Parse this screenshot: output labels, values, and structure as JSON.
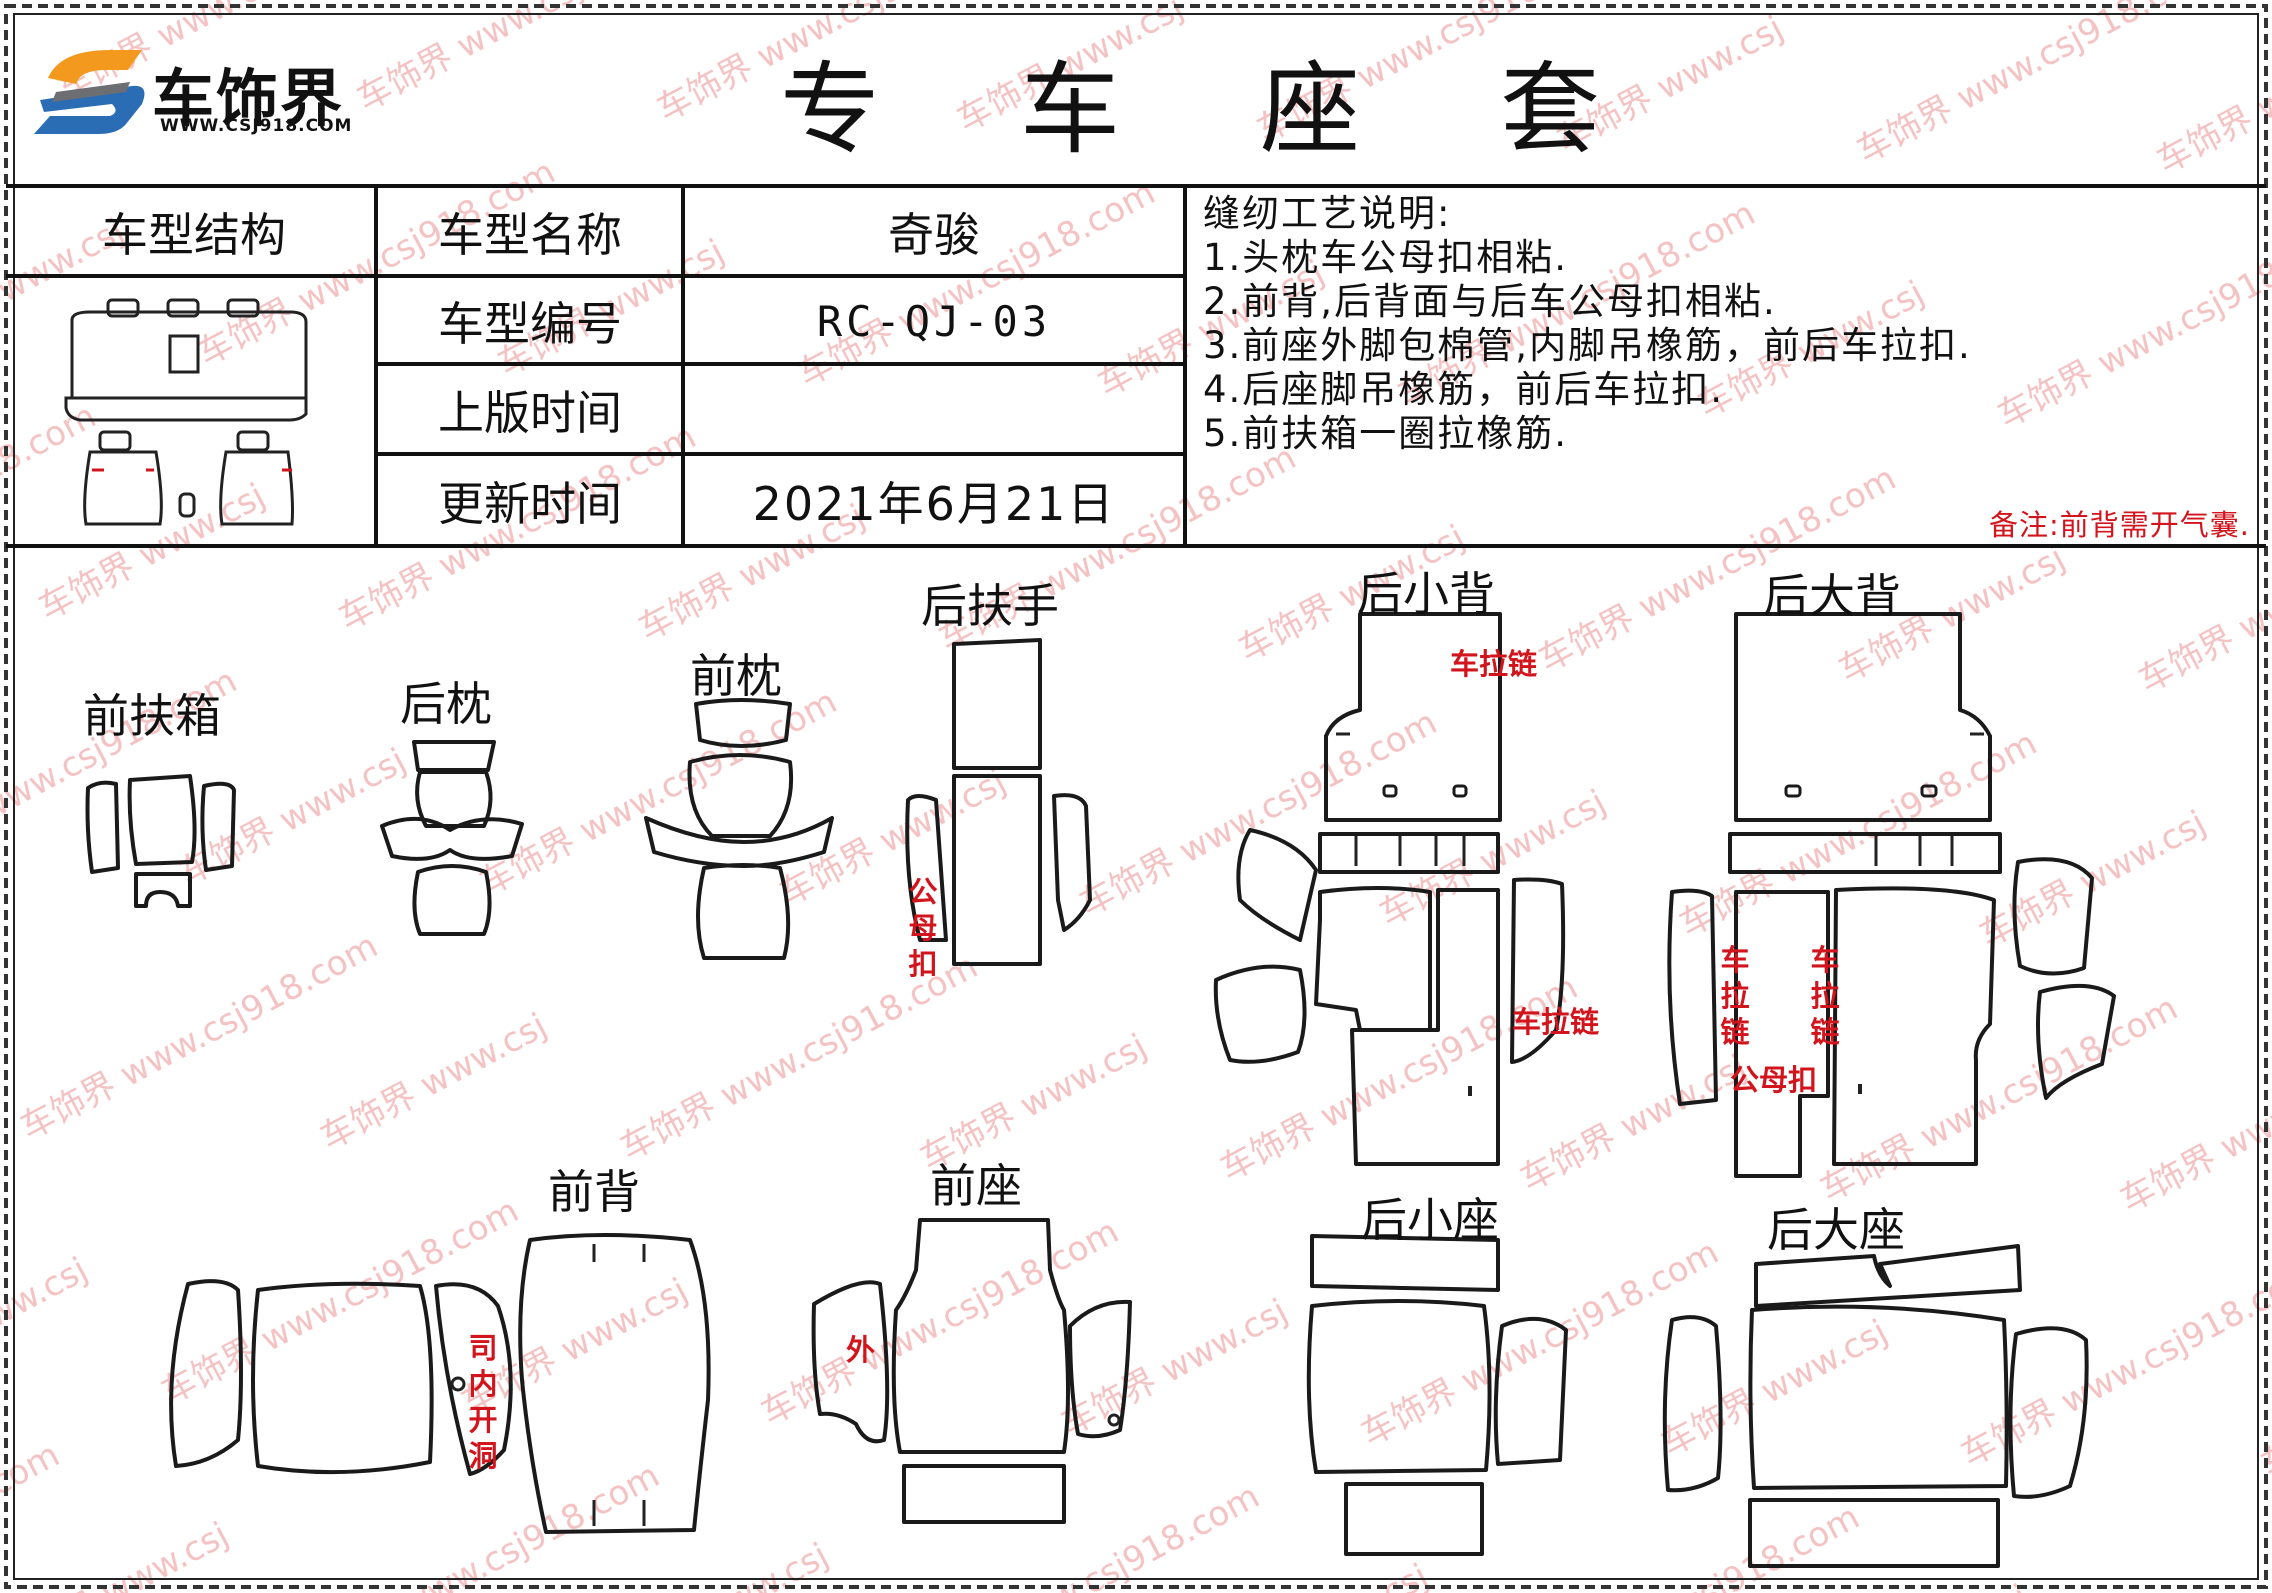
{
  "brand": {
    "name": "车饰界",
    "url": "WWW.CSJ918.COM",
    "colors": {
      "orange": "#f39a1e",
      "blue": "#2b6db4",
      "gray": "#6d6e71"
    }
  },
  "title": "专车座套",
  "info_table": {
    "structure_label": "车型结构",
    "rows": [
      {
        "label": "车型名称",
        "value": "奇骏"
      },
      {
        "label": "车型编号",
        "value": "RC-QJ-03"
      },
      {
        "label": "上版时间",
        "value": ""
      },
      {
        "label": "更新时间",
        "value": "2021年6月21日"
      }
    ]
  },
  "sewing_notes": {
    "heading": "缝纫工艺说明:",
    "items": [
      "1.头枕车公母扣相粘.",
      "2.前背,后背面与后车公母扣相粘.",
      "3.前座外脚包棉管,内脚吊橡筋，前后车拉扣.",
      "4.后座脚吊橡筋，前后车拉扣.",
      "5.前扶箱一圈拉橡筋."
    ]
  },
  "remark": "备注:前背需开气囊.",
  "pieces": {
    "front_armrest_box": "前扶箱",
    "rear_headrest": "后枕",
    "front_headrest": "前枕",
    "rear_armrest": "后扶手",
    "rear_small_back": "后小背",
    "rear_large_back": "后大背",
    "front_back": "前背",
    "front_seat": "前座",
    "rear_small_seat": "后小座",
    "rear_large_seat": "后大座"
  },
  "annotations": {
    "velcro_female_armrest": "公母扣",
    "zipper_small_back_top": "车拉链",
    "zipper_small_back_side": "车拉链",
    "zipper_large_left": "车拉链",
    "zipper_large_right": "车拉链",
    "velcro_large_back": "公母扣",
    "driver_inner_hole": "司内开洞",
    "outer_side": "外"
  },
  "watermark": {
    "text": "车饰界 www.csj918.com",
    "color": "#f2b6b6"
  }
}
